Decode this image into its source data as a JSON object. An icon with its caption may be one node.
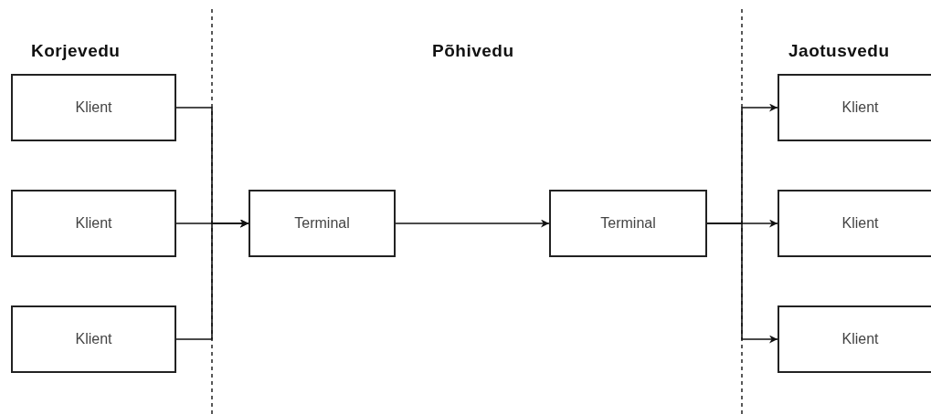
{
  "diagram": {
    "nodes": [
      {
        "text": [
          "Klient"
        ]
      },
      {
        "text": [
          "Klient"
        ]
      },
      {
        "text": [
          "Klient"
        ]
      },
      {
        "text": [
          "Terminal"
        ]
      },
      {
        "text": [
          "Terminal"
        ]
      },
      {
        "text": [
          "Klient"
        ]
      },
      {
        "text": [
          "Klient"
        ]
      },
      {
        "text": [
          "Klient"
        ]
      }
    ],
    "edges": [
      {
        "from": 0,
        "to": 3,
        "arrow": "to"
      },
      {
        "from": 1,
        "to": 3,
        "arrow": "to"
      },
      {
        "from": 2,
        "to": 3,
        "arrow": "to"
      },
      {
        "from": 3,
        "to": 4,
        "arrow": "to"
      },
      {
        "from": 4,
        "to": 5,
        "arrow": "to"
      },
      {
        "from": 4,
        "to": 6,
        "arrow": "to"
      },
      {
        "from": 4,
        "to": 7,
        "arrow": "to"
      }
    ],
    "labels": [
      "Korjevedu",
      "Põhivedu",
      "Jaotusvedu"
    ]
  }
}
